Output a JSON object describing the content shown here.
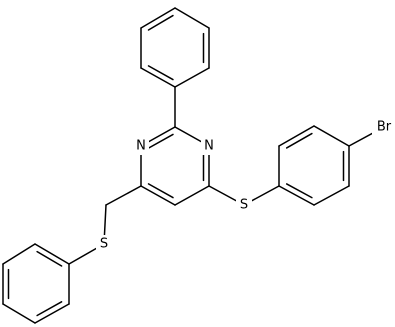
{
  "structure": {
    "atoms": [
      {
        "id": "n1",
        "label": "N"
      },
      {
        "id": "n2",
        "label": "N"
      },
      {
        "id": "s1",
        "label": "S"
      },
      {
        "id": "s2",
        "label": "S"
      },
      {
        "id": "br",
        "label": "Br"
      }
    ],
    "line_color": "#000000",
    "background": "#ffffff"
  }
}
